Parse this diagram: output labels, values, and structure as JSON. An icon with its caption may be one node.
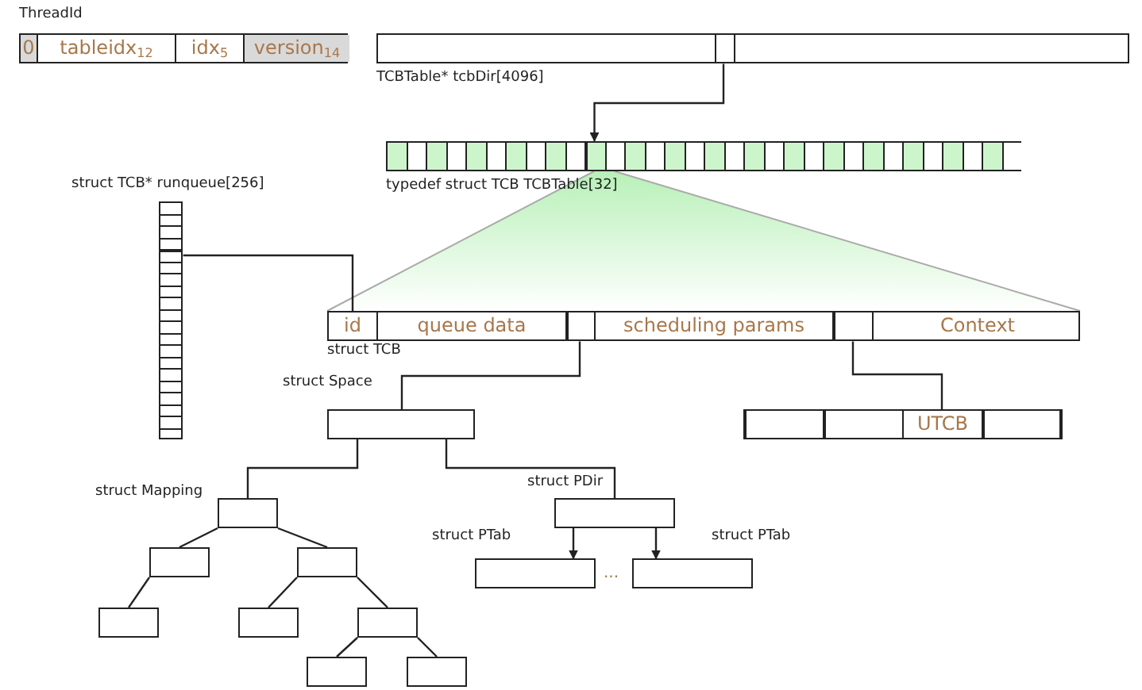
{
  "diagram": {
    "nodes": [
      {
        "text": [
          "ThreadId"
        ]
      },
      {
        "text": [
          "0"
        ],
        "in": 0
      },
      {
        "text": [
          "tableidx$_{12}$"
        ],
        "in": 0
      },
      {
        "text": [
          "idx$_{5}$"
        ],
        "in": 0
      },
      {
        "text": [
          "version$_{14}$"
        ],
        "in": 0
      },
      {
        "text": [
          "TCBTable* tcbDir[4096]"
        ]
      },
      {
        "text": [],
        "shape": "box",
        "in": 5
      },
      {
        "text": [
          "typedef struct TCB TCBTable[32]"
        ]
      },
      {
        "text": [],
        "shape": "box",
        "in": 7
      },
      {
        "text": [
          "struct TCB* runqueue[256]"
        ]
      },
      {
        "text": [],
        "shape": "box",
        "in": 9
      },
      {
        "text": [
          "struct TCB"
        ]
      },
      {
        "text": [
          "id"
        ],
        "in": 11
      },
      {
        "text": [
          "queue data"
        ],
        "in": 11
      },
      {
        "text": [],
        "shape": "box",
        "in": 11
      },
      {
        "text": [
          "scheduling params"
        ],
        "in": 11
      },
      {
        "text": [],
        "shape": "box",
        "in": 11
      },
      {
        "text": [
          "Context"
        ],
        "in": 11
      },
      {
        "text": [
          "struct Space"
        ]
      },
      {
        "text": [],
        "shape": "box"
      },
      {
        "text": [],
        "shape": "box",
        "in": 19
      },
      {
        "text": [],
        "shape": "box",
        "in": 19
      },
      {
        "text": [
          "UTCB"
        ],
        "in": 19
      },
      {
        "text": [],
        "shape": "box",
        "in": 19
      },
      {
        "text": [
          "struct Mapping"
        ]
      },
      {
        "text": [],
        "shape": "box"
      },
      {
        "text": [],
        "shape": "box"
      },
      {
        "text": [],
        "shape": "box"
      },
      {
        "text": [],
        "shape": "box"
      },
      {
        "text": [],
        "shape": "box"
      },
      {
        "text": [],
        "shape": "box"
      },
      {
        "text": [],
        "shape": "box"
      },
      {
        "text": [
          "struct PDir"
        ]
      },
      {
        "text": [
          "struct PTab"
        ]
      },
      {
        "text": [
          "struct PTab"
        ]
      }
    ],
    "edges": [
      {
        "from": 6,
        "to": 8,
        "arrow": "to"
      },
      {
        "from": 10,
        "to": 12,
        "arrow": "none"
      },
      {
        "from": 14,
        "to": 18,
        "arrow": "none"
      },
      {
        "from": 16,
        "to": 22,
        "arrow": "none"
      },
      {
        "from": 18,
        "to": 24,
        "arrow": "none"
      },
      {
        "from": 18,
        "to": 32,
        "arrow": "none"
      },
      {
        "from": 24,
        "to": 25,
        "arrow": "none"
      },
      {
        "from": 24,
        "to": 26,
        "arrow": "none"
      },
      {
        "from": 25,
        "to": 27,
        "arrow": "none"
      },
      {
        "from": 26,
        "to": 28,
        "arrow": "none"
      },
      {
        "from": 26,
        "to": 29,
        "arrow": "none"
      },
      {
        "from": 29,
        "to": 30,
        "arrow": "none"
      },
      {
        "from": 29,
        "to": 31,
        "arrow": "none"
      },
      {
        "from": 32,
        "to": 33,
        "arrow": "to"
      },
      {
        "from": 32,
        "to": 34,
        "arrow": "to"
      }
    ],
    "labels": [
      "..."
    ]
  }
}
